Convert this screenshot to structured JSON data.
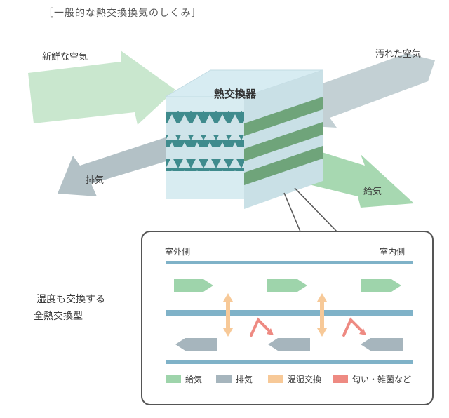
{
  "title": "［一般的な熱交換換気のしくみ］",
  "labels": {
    "fresh_air": "新鮮な空気",
    "dirty_air": "汚れた空気",
    "exhaust": "排気",
    "supply": "給気",
    "heat_exchanger": "熱交換器",
    "outdoor_side": "室外側",
    "indoor_side": "室内側"
  },
  "note": {
    "line1": "湿度も交換する",
    "line2": "全熱交換型"
  },
  "legend": [
    {
      "label": "給気",
      "color": "#9ed4ab"
    },
    {
      "label": "排気",
      "color": "#a6b5bd"
    },
    {
      "label": "温湿交換",
      "color": "#f7c998"
    },
    {
      "label": "匂い・雑菌など",
      "color": "#ee8a82"
    }
  ],
  "colors": {
    "supply": "#9ed4ab",
    "exhaust": "#a6b5bd",
    "membrane": "#7fb2c8",
    "heat_humidity": "#f7c998",
    "odor": "#ee8a82"
  }
}
